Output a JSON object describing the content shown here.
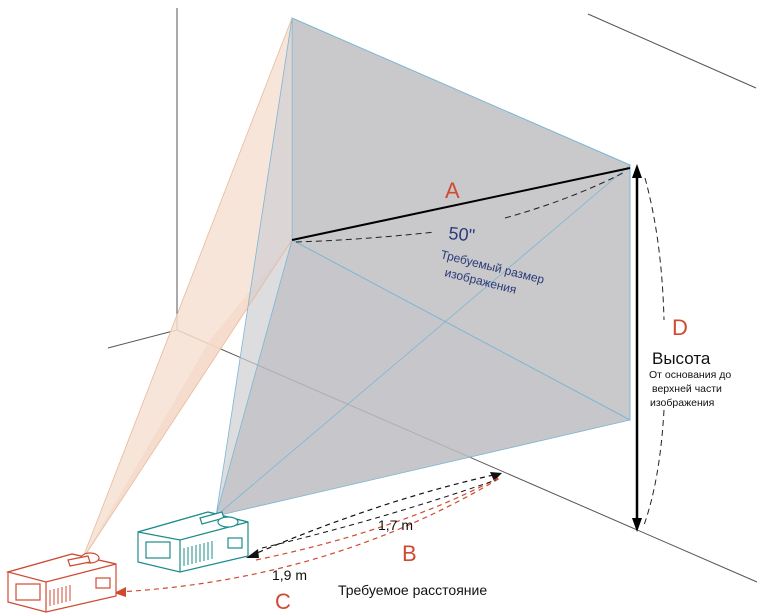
{
  "screen": {
    "label_a": "A",
    "label_b": "B",
    "label_c": "C",
    "label_d": "D",
    "size_value": "50\"",
    "size_caption_line1": "Требуемый размер",
    "size_caption_line2": "изображения"
  },
  "height_note": {
    "title": "Высота",
    "line1": "От основания до",
    "line2": "верхней части",
    "line3": "изображения"
  },
  "distances": {
    "near": "1,7 m",
    "far": "1,9 m",
    "caption": "Требуемое расстояние"
  },
  "colors": {
    "projector_near": "#1e8c8c",
    "projector_far": "#d04a32",
    "screen_fill": "#c9c9cc",
    "beam_far": "#f6e1d2",
    "label_red": "#d04a32",
    "label_blue": "#2b3a78"
  }
}
